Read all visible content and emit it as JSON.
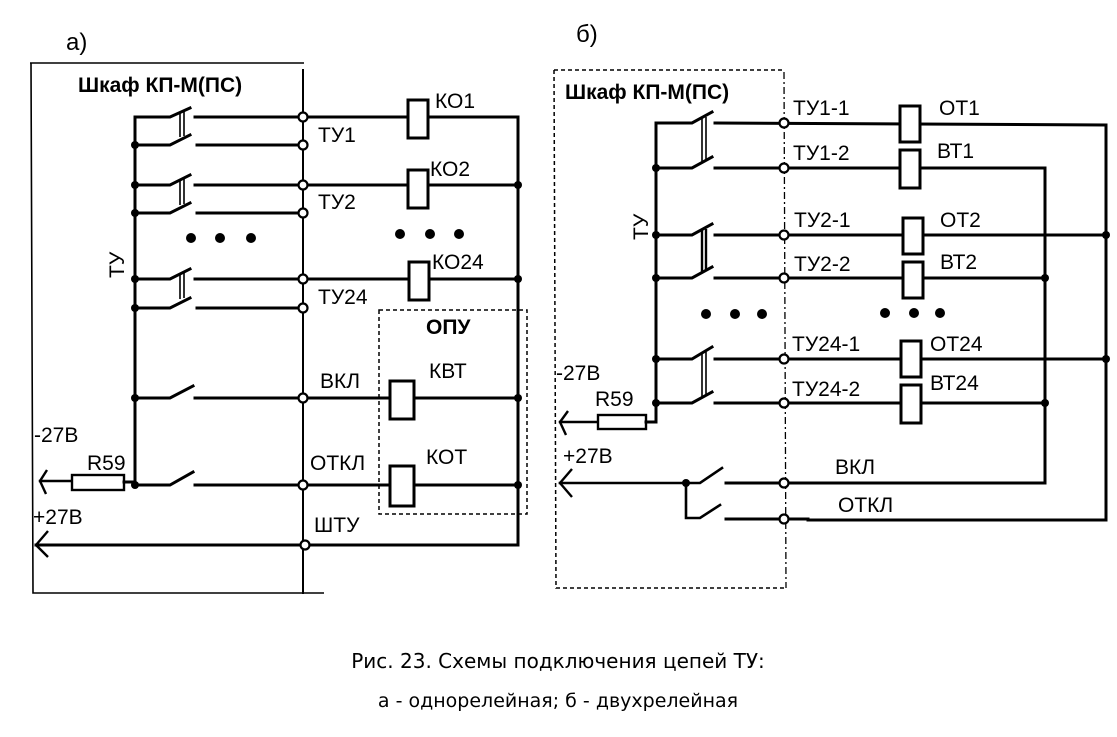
{
  "figure": {
    "caption_line1": "Рис. 23. Схемы подключения цепей ТУ:",
    "caption_line2": "а - однорелейная; б - двухрелейная"
  },
  "panel_a": {
    "tag": "а)",
    "cabinet_title": "Шкаф КП-М(ПС)",
    "group_label": "ТУ",
    "dots": "• • •",
    "channels": [
      {
        "terminal": "ТУ1",
        "relay": "КО1"
      },
      {
        "terminal": "ТУ2",
        "relay": "КО2"
      },
      {
        "terminal": "ТУ24",
        "relay": "КО24"
      }
    ],
    "opu": {
      "title": "ОПУ",
      "on_terminal": "ВКЛ",
      "on_relay": "КВТ",
      "off_terminal": "ОТКЛ",
      "off_relay": "КОТ"
    },
    "common_terminal": "ШТУ",
    "minus_supply": "-27В",
    "plus_supply": "+27В",
    "resistor": "R59"
  },
  "panel_b": {
    "tag": "б)",
    "cabinet_title": "Шкаф КП-М(ПС)",
    "group_label": "ТУ",
    "dots": "• • •",
    "channels": [
      {
        "terminal_1": "ТУ1-1",
        "relay_1": "ОТ1",
        "terminal_2": "ТУ1-2",
        "relay_2": "ВТ1"
      },
      {
        "terminal_1": "ТУ2-1",
        "relay_1": "ОТ2",
        "terminal_2": "ТУ2-2",
        "relay_2": "ВТ2"
      },
      {
        "terminal_1": "ТУ24-1",
        "relay_1": "ОТ24",
        "terminal_2": "ТУ24-2",
        "relay_2": "ВТ24"
      }
    ],
    "on_line": "ВКЛ",
    "off_line": "ОТКЛ",
    "minus_supply": "-27В",
    "plus_supply": "+27В",
    "resistor": "R59"
  }
}
